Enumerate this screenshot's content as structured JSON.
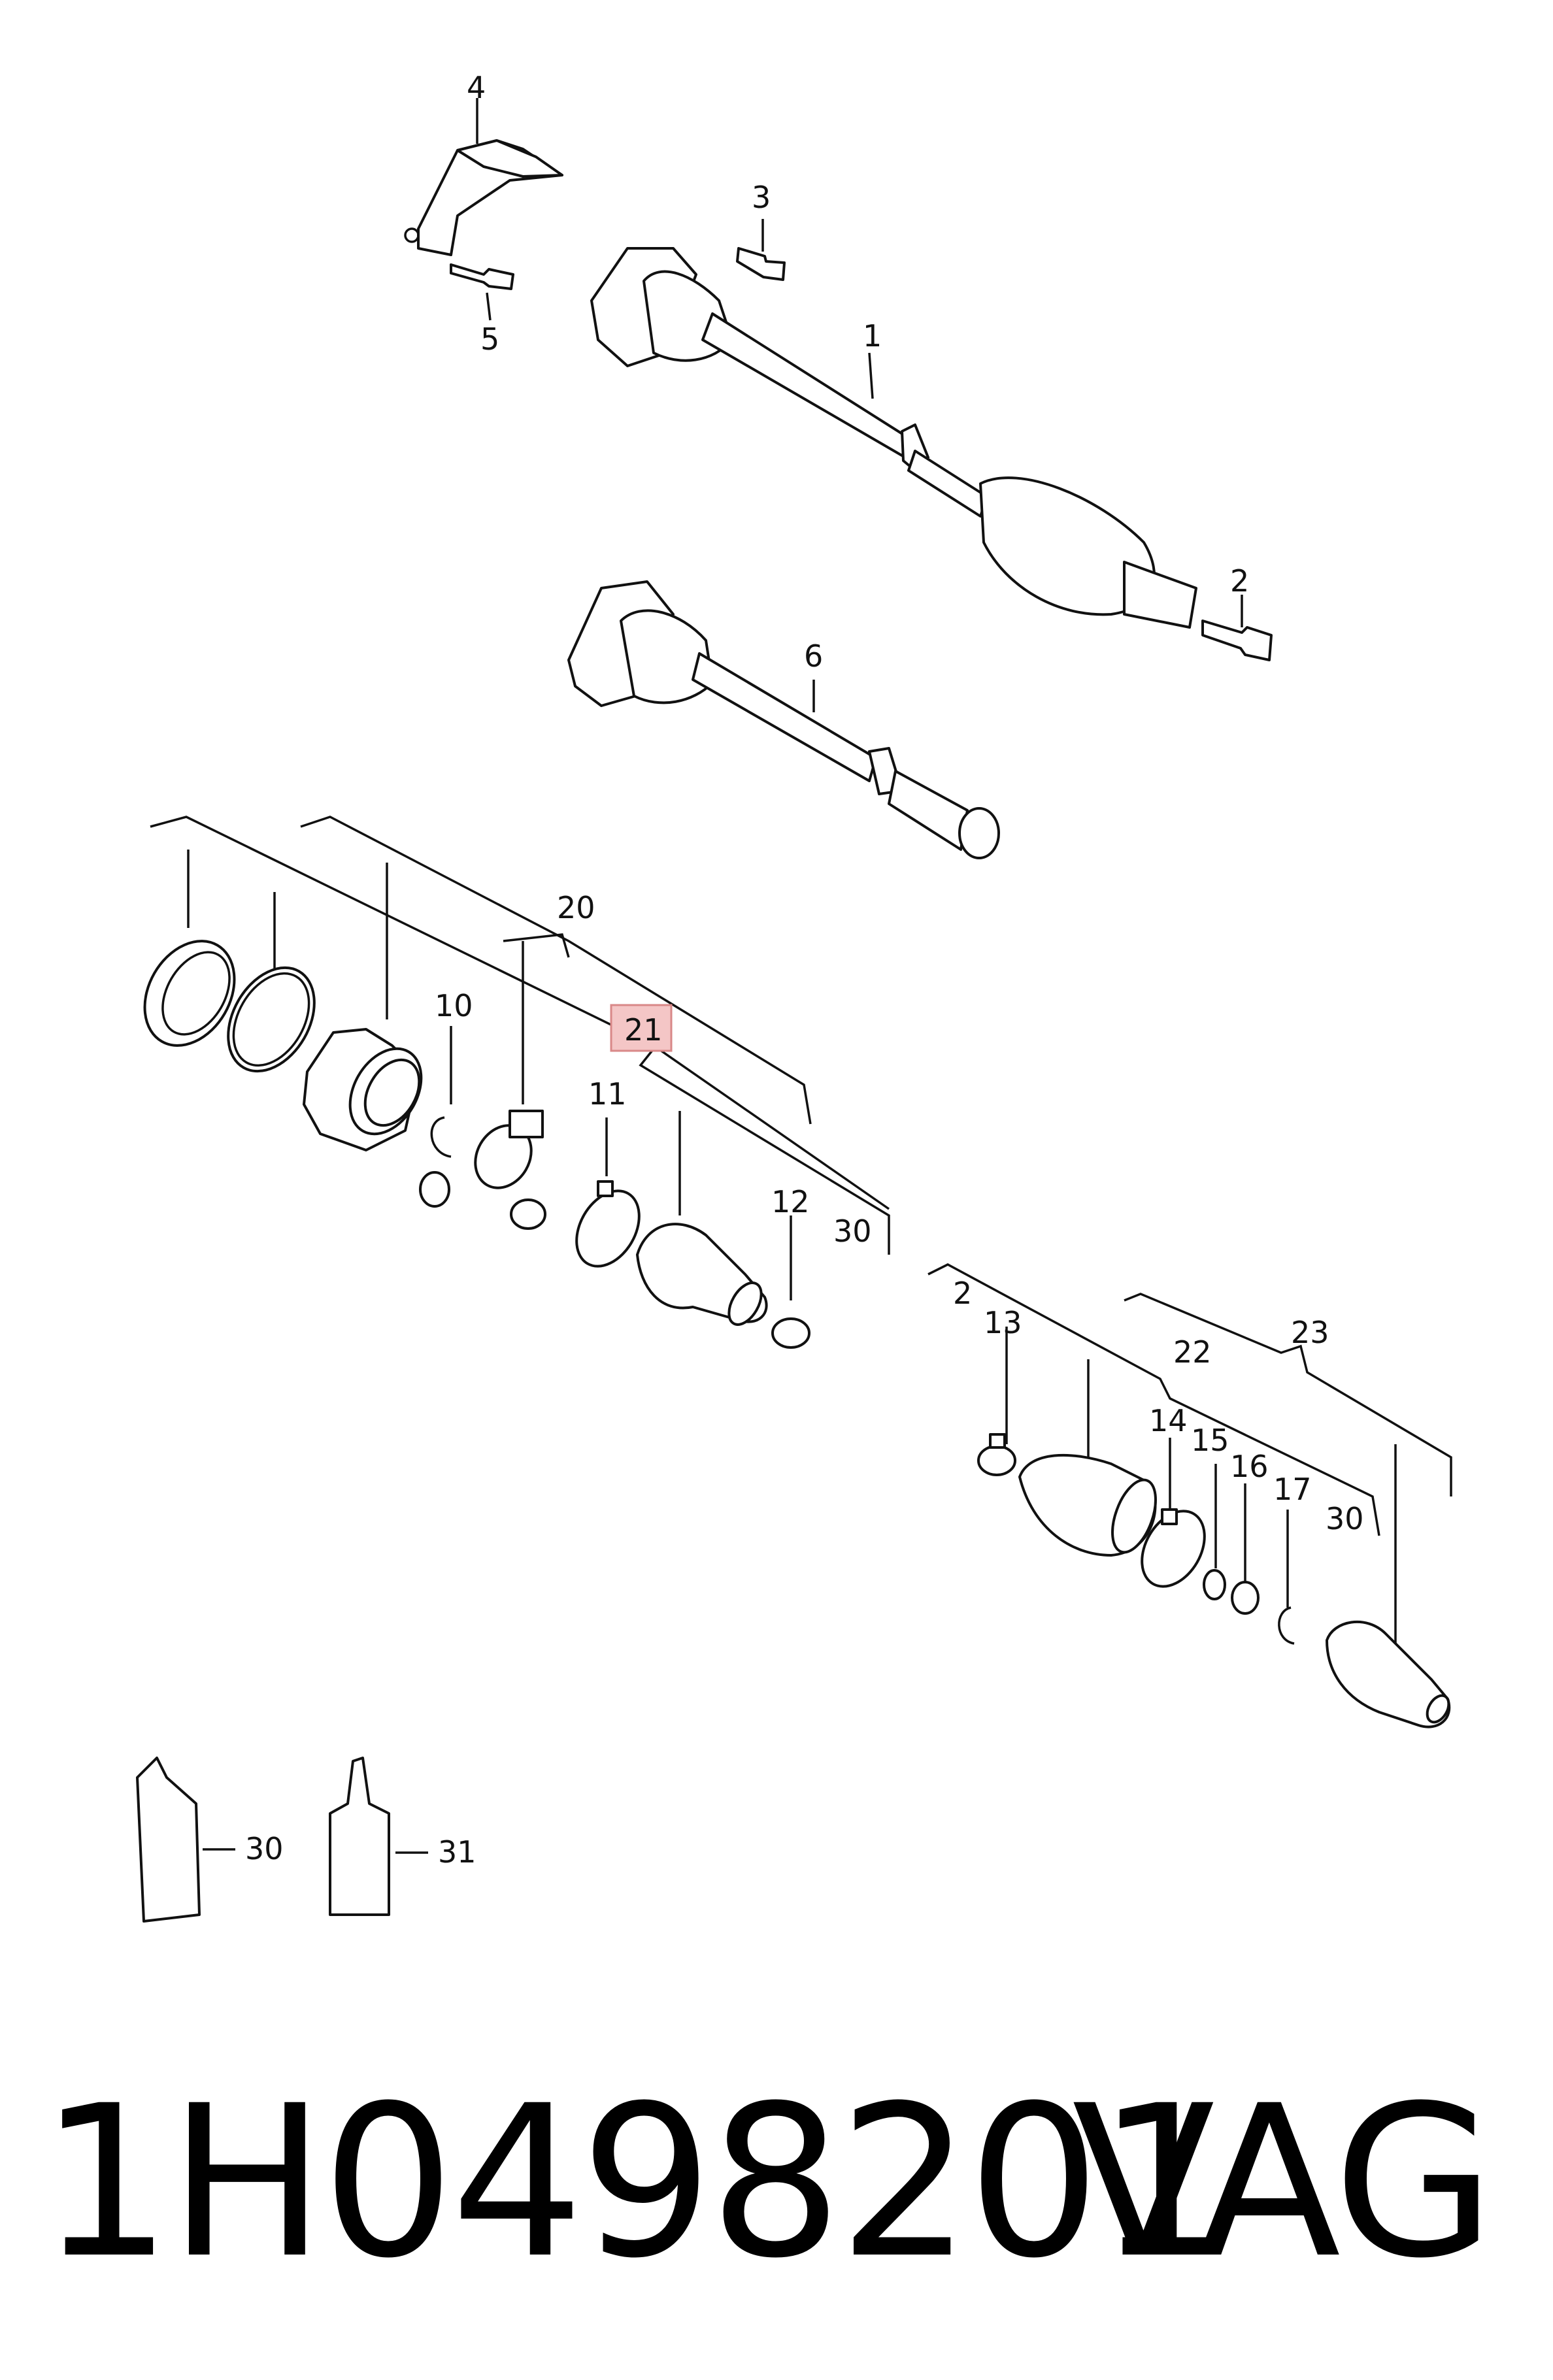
{
  "callouts": {
    "c1": "1",
    "c2a": "2",
    "c2b": "2",
    "c3": "3",
    "c4": "4",
    "c5": "5",
    "c6": "6",
    "c10": "10",
    "c11": "11",
    "c12": "12",
    "c13": "13",
    "c14": "14",
    "c15": "15",
    "c16": "16",
    "c17": "17",
    "c20": "20",
    "c21": "21",
    "c22": "22",
    "c23": "23",
    "c30a": "30",
    "c30b": "30",
    "c30c": "30",
    "c31": "31"
  },
  "highlighted_callout": "21",
  "highlight_color": "#f4c6c6",
  "footer": {
    "part_number": "1H0498201",
    "brand": "VAG"
  }
}
